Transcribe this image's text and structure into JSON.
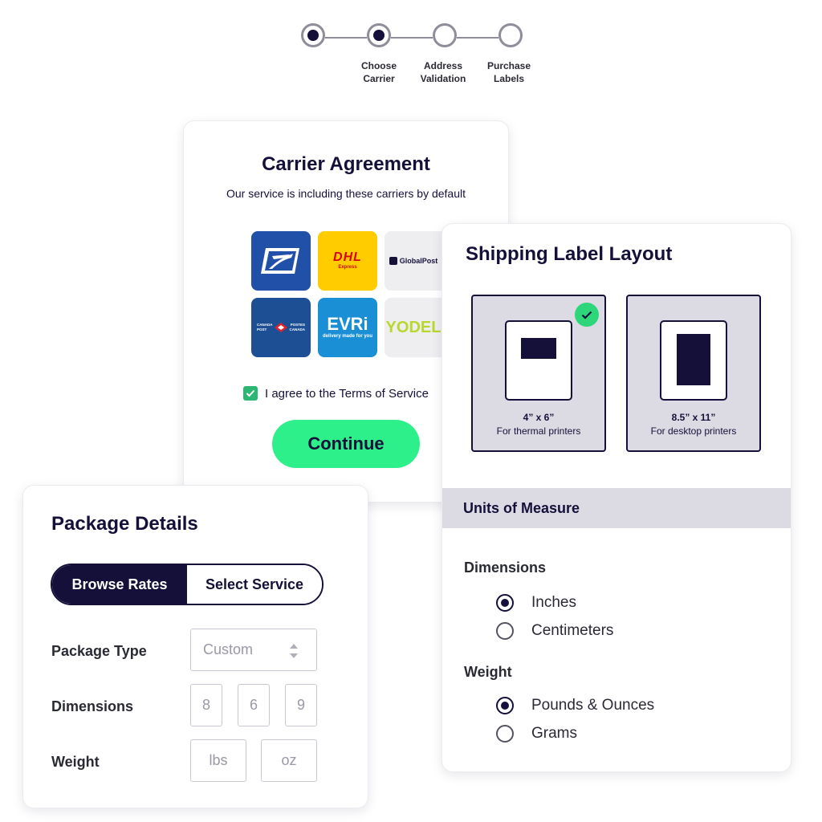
{
  "stepper": {
    "steps": [
      {
        "label": "",
        "state": "done"
      },
      {
        "label": "Choose\nCarrier",
        "state": "done"
      },
      {
        "label": "Address\nValidation",
        "state": "pending"
      },
      {
        "label": "Purchase\nLabels",
        "state": "pending"
      }
    ]
  },
  "carrier_agreement": {
    "title": "Carrier Agreement",
    "subtitle": "Our service is including these carriers by default",
    "carriers": [
      {
        "name": "USPS",
        "icon": "usps-eagle-icon",
        "color": "#2150a8"
      },
      {
        "name": "DHL",
        "text": "DHL",
        "subtext": "Express",
        "color": "#ffcc00",
        "text_color": "#d40511"
      },
      {
        "name": "GlobalPost",
        "text": "GlobalPost",
        "color": "#eeeef1"
      },
      {
        "name": "Canada Post",
        "text_left": "CANADA POST",
        "text_right": "POSTES CANADA",
        "color": "#1d4f94"
      },
      {
        "name": "EVRi",
        "text": "EVRi",
        "subtext": "delivery made for you",
        "color": "#1b8fd5"
      },
      {
        "name": "YODEL",
        "text": "YODEL",
        "color": "#eeeef1",
        "text_color": "#b8d82e"
      }
    ],
    "agree_label": "I agree to the Terms of Service",
    "agree_checked": true,
    "continue_label": "Continue"
  },
  "package_details": {
    "title": "Package Details",
    "toggle": {
      "active": "Browse Rates",
      "inactive": "Select Service"
    },
    "package_type": {
      "label": "Package Type",
      "value": "Custom"
    },
    "dimensions": {
      "label": "Dimensions",
      "values": [
        "8",
        "6",
        "9"
      ]
    },
    "weight": {
      "label": "Weight",
      "placeholders": [
        "lbs",
        "oz"
      ]
    }
  },
  "shipping_label": {
    "title": "Shipping Label Layout",
    "options": [
      {
        "size": "4” x 6”",
        "desc": "For thermal printers",
        "selected": true
      },
      {
        "size": "8.5” x 11”",
        "desc": "For desktop printers",
        "selected": false
      }
    ],
    "units_header": "Units of Measure",
    "dimensions": {
      "label": "Dimensions",
      "options": [
        {
          "label": "Inches",
          "checked": true
        },
        {
          "label": "Centimeters",
          "checked": false
        }
      ]
    },
    "weight": {
      "label": "Weight",
      "options": [
        {
          "label": "Pounds & Ounces",
          "checked": true
        },
        {
          "label": "Grams",
          "checked": false
        }
      ]
    }
  },
  "colors": {
    "navy": "#14103a",
    "accent_green": "#2ef08a",
    "panel_gray": "#dcdbe3"
  }
}
